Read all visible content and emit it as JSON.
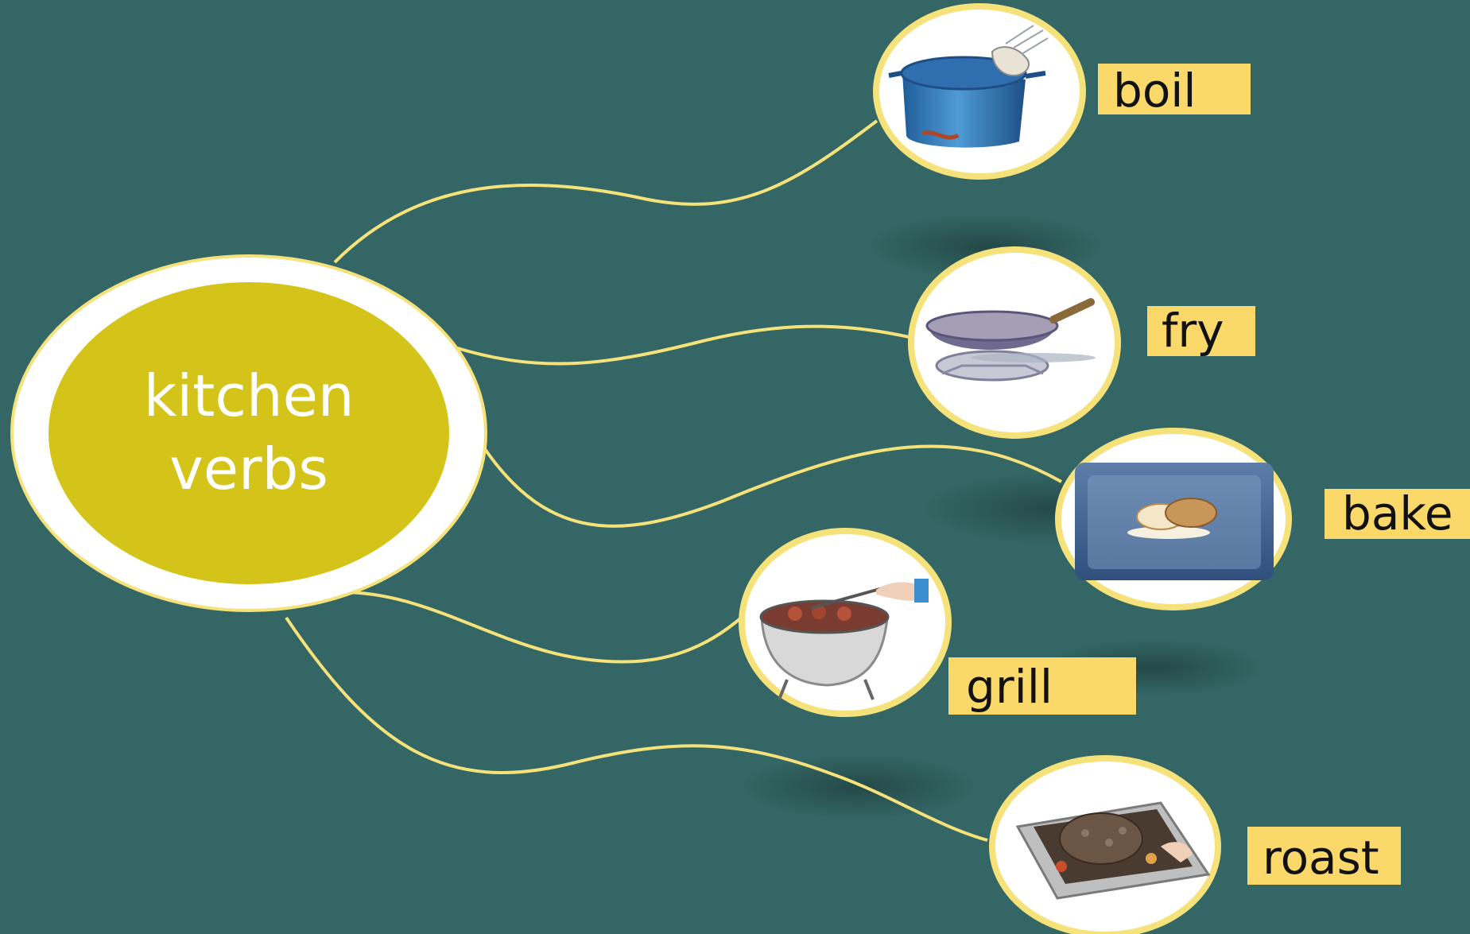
{
  "center": {
    "line1": "kitchen",
    "line2": "verbs"
  },
  "branches": [
    {
      "id": "boil",
      "label": "boil",
      "icon": "boiling-pot-icon"
    },
    {
      "id": "fry",
      "label": "fry",
      "icon": "frying-pan-icon"
    },
    {
      "id": "bake",
      "label": "bake",
      "icon": "oven-bread-icon"
    },
    {
      "id": "grill",
      "label": "grill",
      "icon": "grill-tongs-icon"
    },
    {
      "id": "roast",
      "label": "roast",
      "icon": "roast-meat-icon"
    }
  ],
  "colors": {
    "background": "#336664",
    "center_fill": "#D4C318",
    "center_ring": "#FFFFFF",
    "accent": "#F5E27A",
    "label_fill": "#FBD86A",
    "text_light": "#FFFFFF",
    "text_dark": "#111111"
  }
}
